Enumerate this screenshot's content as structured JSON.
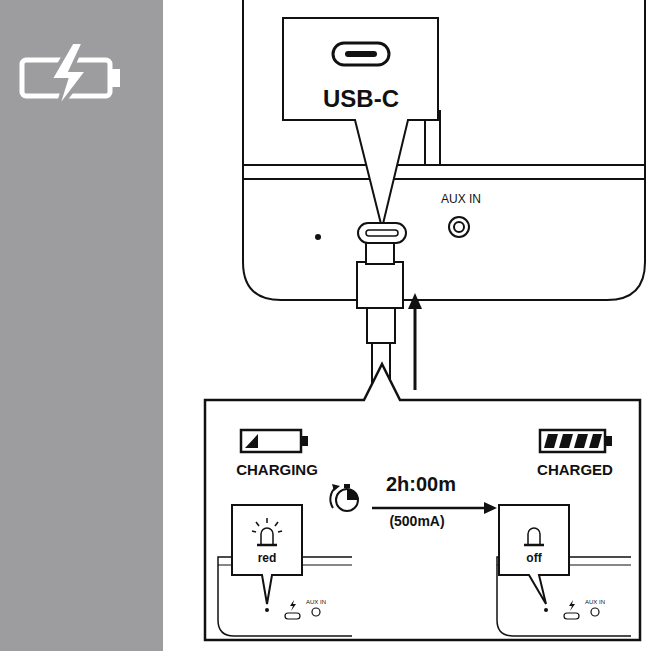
{
  "diagram": {
    "nodes": [
      {
        "text": [
          "USB-C"
        ]
      },
      {
        "text": [
          "CHARGING",
          "CHARGED",
          "2h:00m",
          "(500mA)"
        ]
      },
      {
        "text": [
          "red"
        ],
        "in": 1
      },
      {
        "text": [
          "off"
        ],
        "in": 1
      }
    ],
    "labels": [
      "AUX IN",
      "AUX IN",
      "AUX IN"
    ]
  }
}
